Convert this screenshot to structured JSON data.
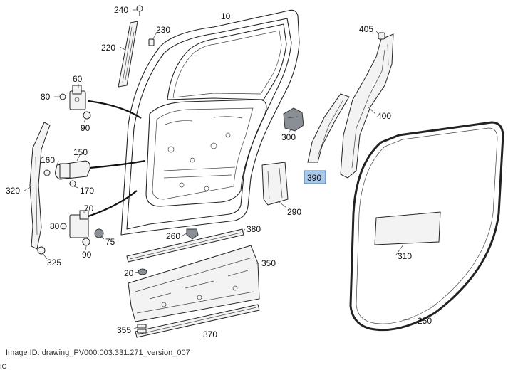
{
  "diagram": {
    "labels": [
      {
        "id": "240",
        "text": "240"
      },
      {
        "id": "10",
        "text": "10"
      },
      {
        "id": "230",
        "text": "230"
      },
      {
        "id": "220",
        "text": "220"
      },
      {
        "id": "60",
        "text": "60"
      },
      {
        "id": "80a",
        "text": "80"
      },
      {
        "id": "90a",
        "text": "90"
      },
      {
        "id": "160",
        "text": "160"
      },
      {
        "id": "150",
        "text": "150"
      },
      {
        "id": "170",
        "text": "170"
      },
      {
        "id": "320",
        "text": "320"
      },
      {
        "id": "70",
        "text": "70"
      },
      {
        "id": "80b",
        "text": "80"
      },
      {
        "id": "75",
        "text": "75"
      },
      {
        "id": "90b",
        "text": "90"
      },
      {
        "id": "325",
        "text": "325"
      },
      {
        "id": "405",
        "text": "405"
      },
      {
        "id": "400",
        "text": "400"
      },
      {
        "id": "300",
        "text": "300"
      },
      {
        "id": "390",
        "text": "390"
      },
      {
        "id": "290",
        "text": "290"
      },
      {
        "id": "260",
        "text": "260"
      },
      {
        "id": "380",
        "text": "380"
      },
      {
        "id": "350",
        "text": "350"
      },
      {
        "id": "20",
        "text": "20"
      },
      {
        "id": "355",
        "text": "355"
      },
      {
        "id": "370",
        "text": "370"
      },
      {
        "id": "310",
        "text": "310"
      },
      {
        "id": "250",
        "text": "250"
      }
    ],
    "highlighted_label": "390",
    "highlight_color": "#a9c7e6"
  },
  "caption": "Image ID: drawing_PV000.003.331.271_version_007",
  "corner_text": "IC"
}
